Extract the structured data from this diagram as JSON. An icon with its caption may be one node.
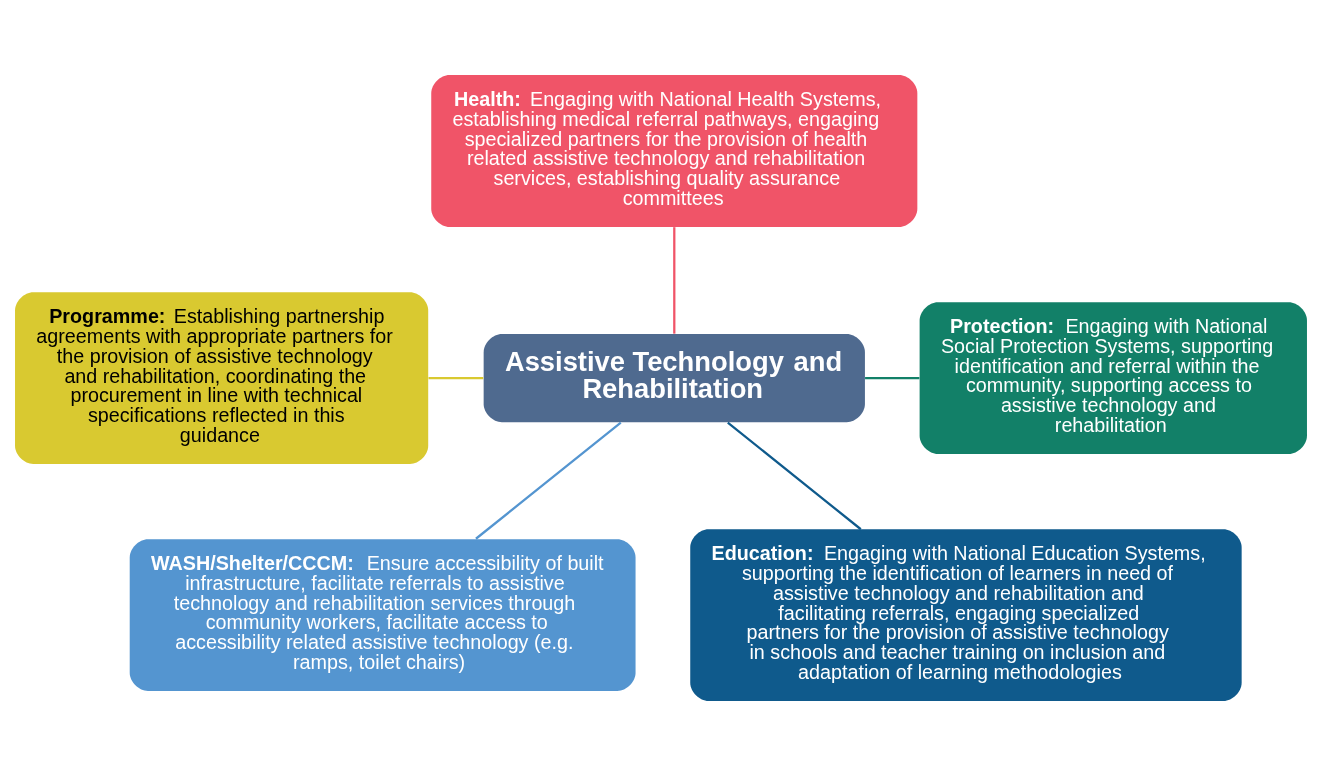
{
  "diagram": {
    "nodes": [
      {
        "text": [
          "**Health:** Engaging with National Health Systems, establishing medical referral pathways, engaging specialized partners for the provision of health related assistive technology and rehabilitation services, establishing quality assurance committees"
        ]
      },
      {
        "text": [
          "**Programme:** Establishing partnership agreements with appropriate partners for the provision of assistive technology and rehabilitation, coordinating the procurement in line with technical specifications reflected in this guidance"
        ]
      },
      {
        "text": [
          "Assistive Technology and Rehabilitation"
        ]
      },
      {
        "text": [
          "**Protection:** Engaging with National Social Protection Systems, supporting identification and referral within the community, supporting access to assistive technology and rehabilitation"
        ]
      },
      {
        "text": [
          "**WASH/Shelter/CCCM:** Ensure accessibility of built infrastructure, facilitate referrals to assistive technology and rehabilitation services through community workers, facilitate access to accessibility related assistive technology (e.g. ramps, toilet chairs)"
        ]
      },
      {
        "text": [
          "**Education:** Engaging with National Education Systems, supporting the identification of learners in need of assistive technology and rehabilitation and facilitating referrals, engaging specialized partners for the provision of assistive technology in schools and teacher training on inclusion and adaptation of learning methodologies"
        ]
      }
    ],
    "edges": [
      {
        "from": 2,
        "to": 0,
        "arrow": "none",
        "color": "#f05468"
      },
      {
        "from": 2,
        "to": 1,
        "arrow": "none",
        "color": "#d9c930"
      },
      {
        "from": 2,
        "to": 3,
        "arrow": "none",
        "color": "#128068"
      },
      {
        "from": 2,
        "to": 4,
        "arrow": "none",
        "color": "#5495d0"
      },
      {
        "from": 2,
        "to": 5,
        "arrow": "none",
        "color": "#0f5a8c"
      }
    ]
  }
}
